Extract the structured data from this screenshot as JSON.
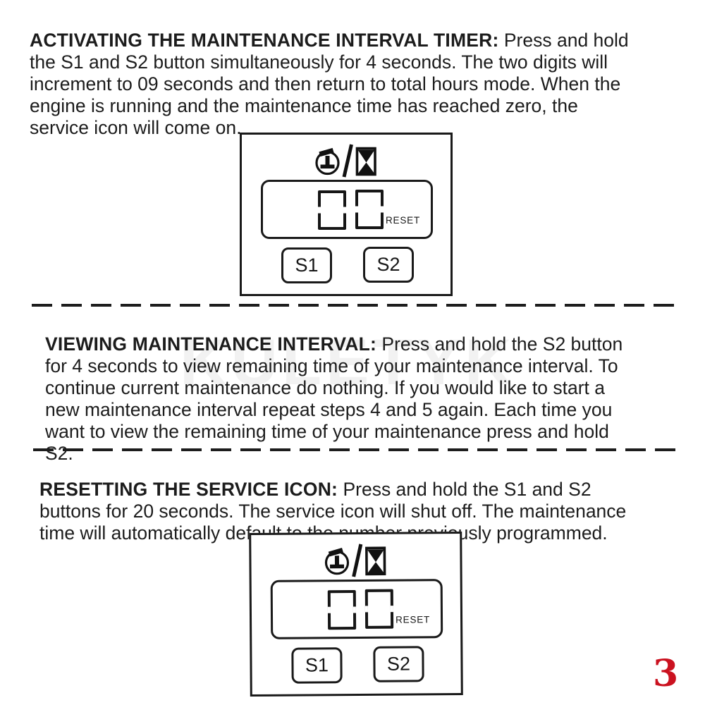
{
  "page": {
    "number": "3",
    "number_color": "#cb1220",
    "watermark": "KULETYK"
  },
  "sections": {
    "activating": {
      "heading": "ACTIVATING THE MAINTENANCE INTERVAL TIMER:",
      "lines": [
        "Press and hold",
        "the S1 and S2 button simultaneously for 4 seconds. The two digits will",
        "increment to 09 seconds and then return to total hours mode. When the",
        "engine is running and the maintenance time has reached zero, the",
        "service icon will come on."
      ]
    },
    "viewing": {
      "heading": "VIEWING MAINTENANCE INTERVAL:",
      "lines": [
        "Press and hold the S2 button",
        "for 4 seconds to view remaining time of your maintenance interval. To",
        "continue current maintenance do nothing. If you would like to start a",
        "new maintenance interval repeat steps 4 and 5 again. Each time you",
        "want to view the remaining time of your maintenance press and hold",
        "S2."
      ]
    },
    "resetting": {
      "heading": "RESETTING THE SERVICE ICON:",
      "lines": [
        "Press and hold the S1 and S2",
        "buttons for 20 seconds. The service icon will shut off. The maintenance",
        "time will automatically default to the number previously programmed."
      ]
    }
  },
  "panel": {
    "icons": {
      "service_icon": "service-oil-can-in-circle",
      "separator": "/",
      "timer_icon": "hourglass-timer"
    },
    "display": {
      "digit_count": 2,
      "reset_label": "RESET"
    },
    "buttons": {
      "s1": "S1",
      "s2": "S2"
    }
  }
}
